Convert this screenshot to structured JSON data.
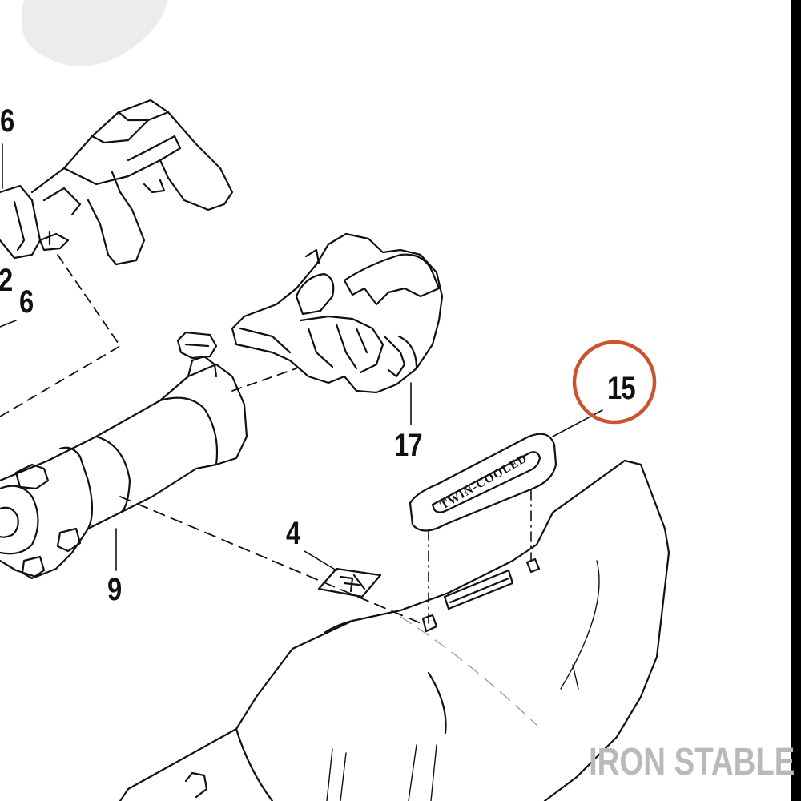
{
  "diagram": {
    "callouts": {
      "c6_top": "6",
      "c2": "2",
      "c6_mid": "6",
      "c17": "17",
      "c15": "15",
      "c4": "4",
      "c9": "9"
    },
    "badge_text": "TWIN-COOLED",
    "watermark": "IRON STABLE",
    "highlight_color": "#c8552e",
    "line_color": "#111111"
  }
}
